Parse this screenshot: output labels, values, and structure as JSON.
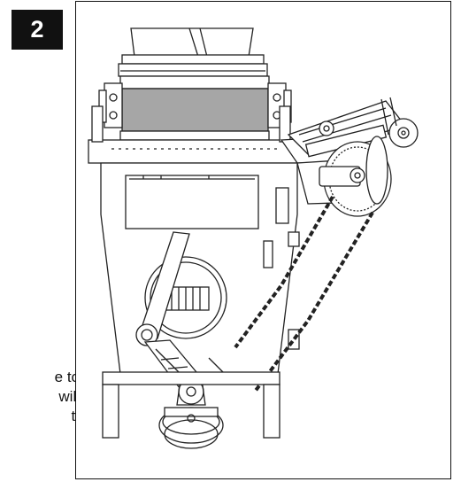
{
  "step": {
    "number": "2"
  },
  "caption": {
    "lines": [
      "e to",
      "will",
      "t."
    ]
  },
  "figure": {
    "subject": "chain-drive-machine-illustration"
  }
}
